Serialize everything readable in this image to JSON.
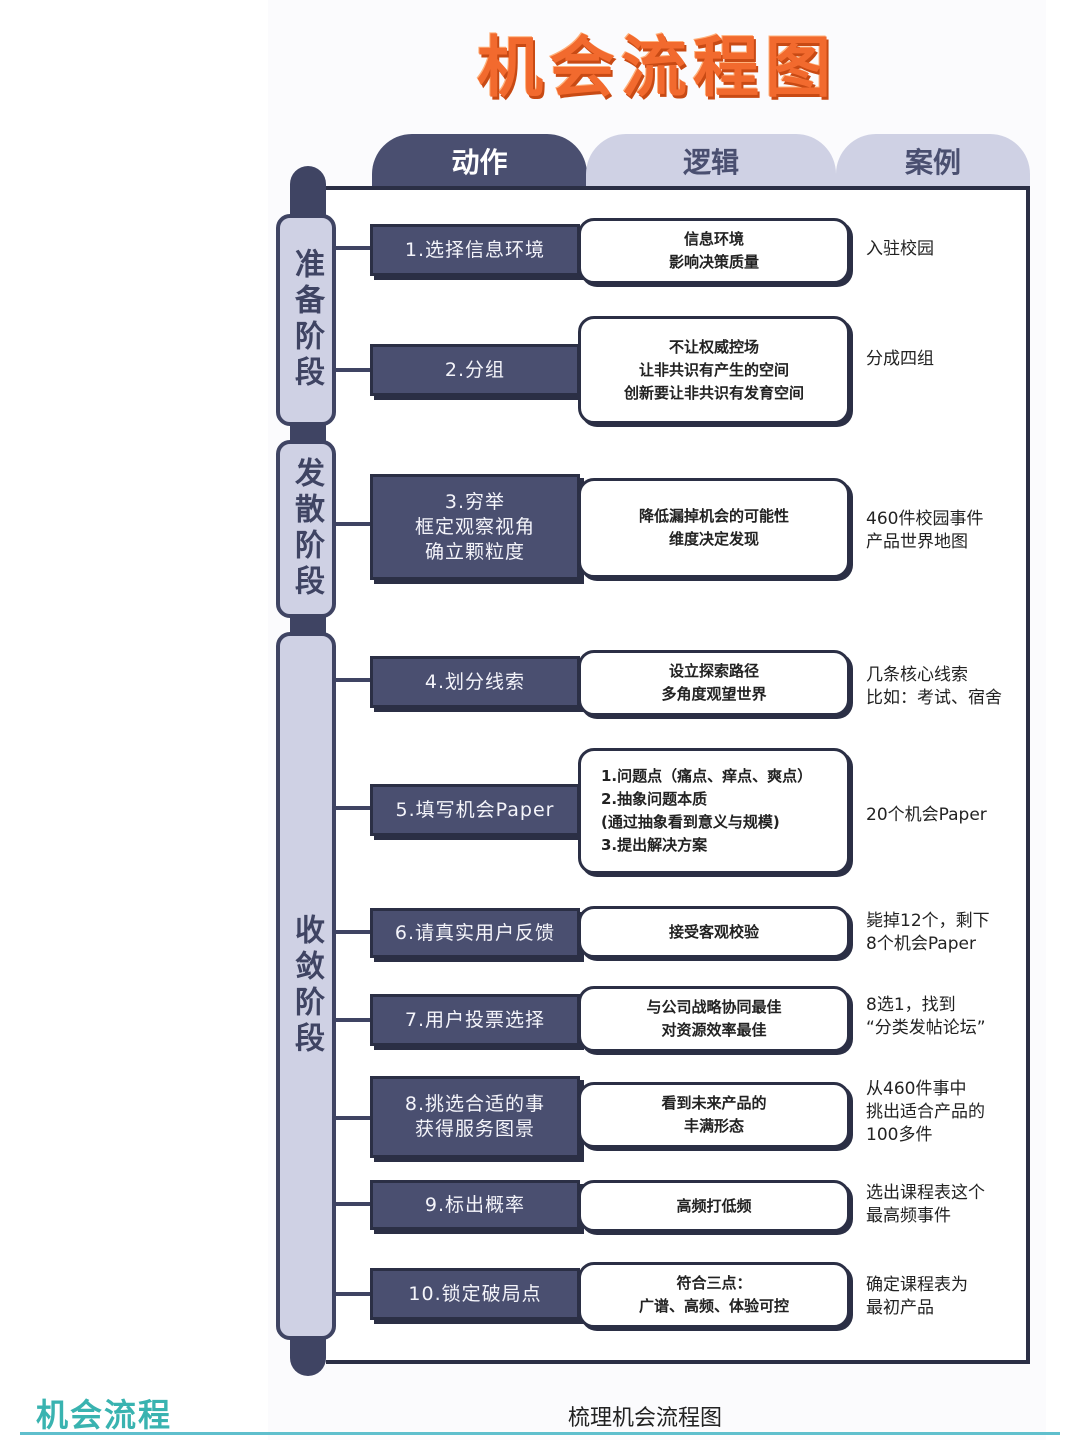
{
  "title": "机会流程图",
  "tabs": [
    "动作",
    "逻辑",
    "案例"
  ],
  "stages": [
    "准备阶段",
    "发散阶段",
    "收敛阶段"
  ],
  "steps": [
    {
      "action": "1.选择信息环境",
      "logic": "信息环境\n影响决策质量",
      "case": "入驻校园"
    },
    {
      "action": "2.分组",
      "logic": "不让权威控场\n让非共识有产生的空间\n创新要让非共识有发育空间",
      "case": "分成四组"
    },
    {
      "action": "3.穷举\n框定观察视角\n确立颗粒度",
      "logic": "降低漏掉机会的可能性\n维度决定发现",
      "case": "460件校园事件\n产品世界地图"
    },
    {
      "action": "4.划分线索",
      "logic": "设立探索路径\n多角度观望世界",
      "case": "几条核心线索\n比如：考试、宿舍"
    },
    {
      "action": "5.填写机会Paper",
      "logic": "1.问题点（痛点、痒点、爽点）\n2.抽象问题本质\n(通过抽象看到意义与规模)\n3.提出解决方案",
      "case": "20个机会Paper"
    },
    {
      "action": "6.请真实用户反馈",
      "logic": "接受客观校验",
      "case": "毙掉12个，剩下\n8个机会Paper"
    },
    {
      "action": "7.用户投票选择",
      "logic": "与公司战略协同最佳\n对资源效率最佳",
      "case": "8选1，找到\n“分类发帖论坛”"
    },
    {
      "action": "8.挑选合适的事\n获得服务图景",
      "logic": "看到未来产品的\n丰满形态",
      "case": "从460件事中\n挑出适合产品的\n100多件"
    },
    {
      "action": "9.标出概率",
      "logic": "高频打低频",
      "case": "选出课程表这个\n最高频事件"
    },
    {
      "action": "10.锁定破局点",
      "logic": "符合三点：\n广谱、高频、体验可控",
      "case": "确定课程表为\n最初产品"
    }
  ],
  "footer": {
    "left": "机会流程",
    "center": "梳理机会流程图"
  }
}
